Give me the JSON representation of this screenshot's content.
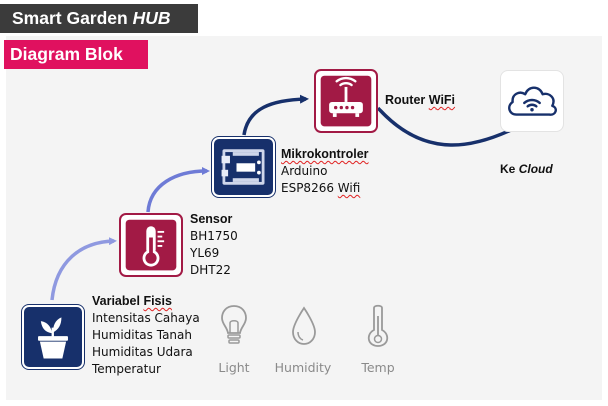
{
  "header": {
    "title_main": "Smart Garden",
    "title_italic": "HUB",
    "subtitle": "Diagram Blok"
  },
  "colors": {
    "title_bg": "#3b3b3b",
    "subtitle_bg": "#e0115f",
    "panel_bg": "#f4f4f4",
    "navy": "#17306b",
    "maroon": "#a21a45",
    "arrow_light": "#8f99e0",
    "arrow_mid": "#6e7bd6",
    "arrow_dark": "#17306b"
  },
  "nodes": {
    "plant": {
      "title": "Variabel",
      "title_wavy": "Fisis",
      "lines": [
        "Intensitas Cahaya",
        "Humiditas Tanah",
        "Humiditas Udara",
        "Temperatur"
      ],
      "icon": "plant-pot-icon"
    },
    "sensor": {
      "title": "Sensor",
      "lines": [
        "BH1750",
        "YL69",
        "DHT22"
      ],
      "icon": "thermometer-icon"
    },
    "micro": {
      "title": "Mikrokontroler",
      "line1": "Arduino",
      "line2_prefix": "ESP8266 ",
      "line2_wavy": "Wifi",
      "icon": "arduino-board-icon"
    },
    "router": {
      "title_prefix": "Router ",
      "title_wavy": "WiFi",
      "icon": "router-icon"
    },
    "cloud": {
      "label_prefix": "Ke ",
      "label_italic": "Cloud",
      "icon": "cloud-wifi-icon"
    }
  },
  "sensor_legend": [
    {
      "label": "Light",
      "icon": "light-bulb-icon"
    },
    {
      "label": "Humidity",
      "icon": "water-drop-icon"
    },
    {
      "label": "Temp",
      "icon": "thermometer-outline-icon"
    }
  ]
}
